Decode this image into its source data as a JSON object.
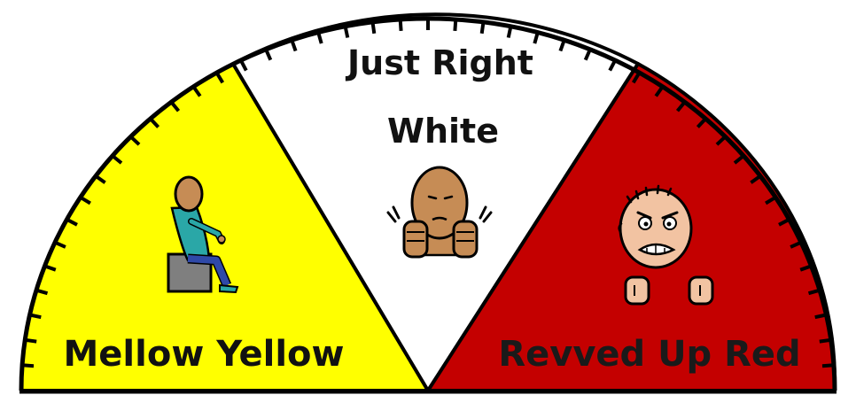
{
  "gauge": {
    "zones": [
      {
        "id": "yellow",
        "name": "Mellow Yellow",
        "color": "#ffff00",
        "label_color": "#111111"
      },
      {
        "id": "white",
        "title_line1": "Just Right",
        "title_line2": "White",
        "color": "#ffffff"
      },
      {
        "id": "red",
        "name": "Revved Up Red",
        "color": "#c40000",
        "label_color": "#1a1a1a"
      }
    ],
    "outline_color": "#000000",
    "icons": {
      "yellow": "person-sitting-on-box-icon",
      "white": "person-peeking-nervous-icon",
      "red": "angry-face-fists-icon"
    }
  }
}
